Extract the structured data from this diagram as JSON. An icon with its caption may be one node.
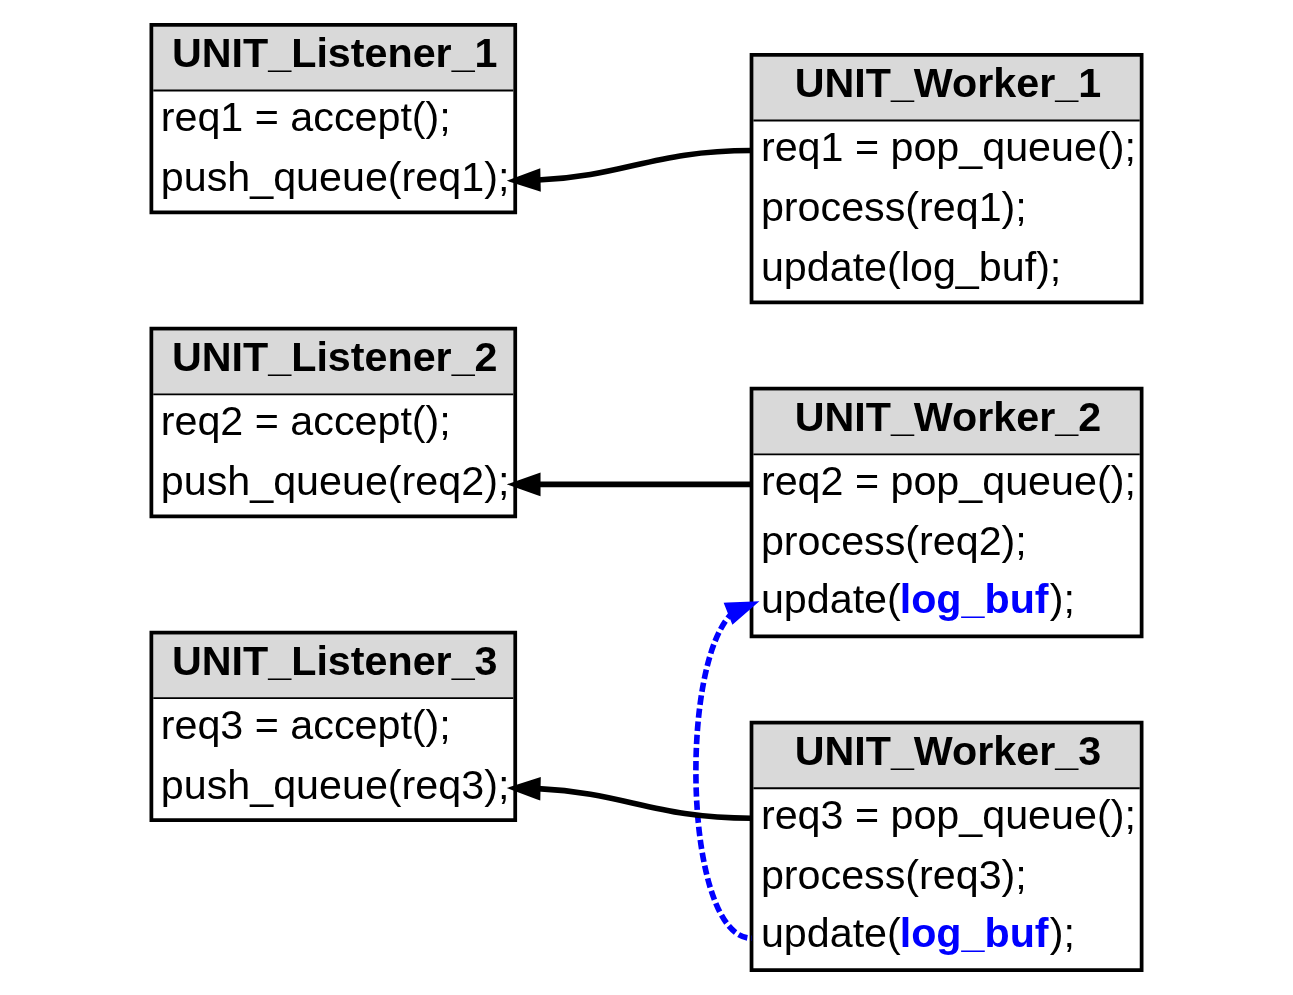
{
  "diagram": {
    "nodes": [
      {
        "text": [
          "UNIT_Listener_1",
          "req1 = accept();",
          "push_queue(req1);"
        ]
      },
      {
        "text": [
          "UNIT_Worker_1",
          "req1 = pop_queue();",
          "process(req1);",
          "update(log_buf);"
        ]
      },
      {
        "text": [
          "UNIT_Listener_2",
          "req2 = accept();",
          "push_queue(req2);"
        ]
      },
      {
        "text": [
          "UNIT_Worker_2",
          "req2 = pop_queue();",
          "process(req2);",
          "update(**log_buf**);"
        ]
      },
      {
        "text": [
          "UNIT_Listener_3",
          "req3 = accept();",
          "push_queue(req3);"
        ]
      },
      {
        "text": [
          "UNIT_Worker_3",
          "req3 = pop_queue();",
          "process(req3);",
          "update(**log_buf**);"
        ]
      }
    ],
    "edges": [
      {
        "from": 1,
        "to": 0,
        "arrow": "to"
      },
      {
        "from": 3,
        "to": 2,
        "arrow": "to"
      },
      {
        "from": 5,
        "to": 4,
        "arrow": "to"
      },
      {
        "from": 5,
        "to": 3,
        "arrow": "to",
        "style": "dashed",
        "color": "#0000ff"
      }
    ]
  }
}
